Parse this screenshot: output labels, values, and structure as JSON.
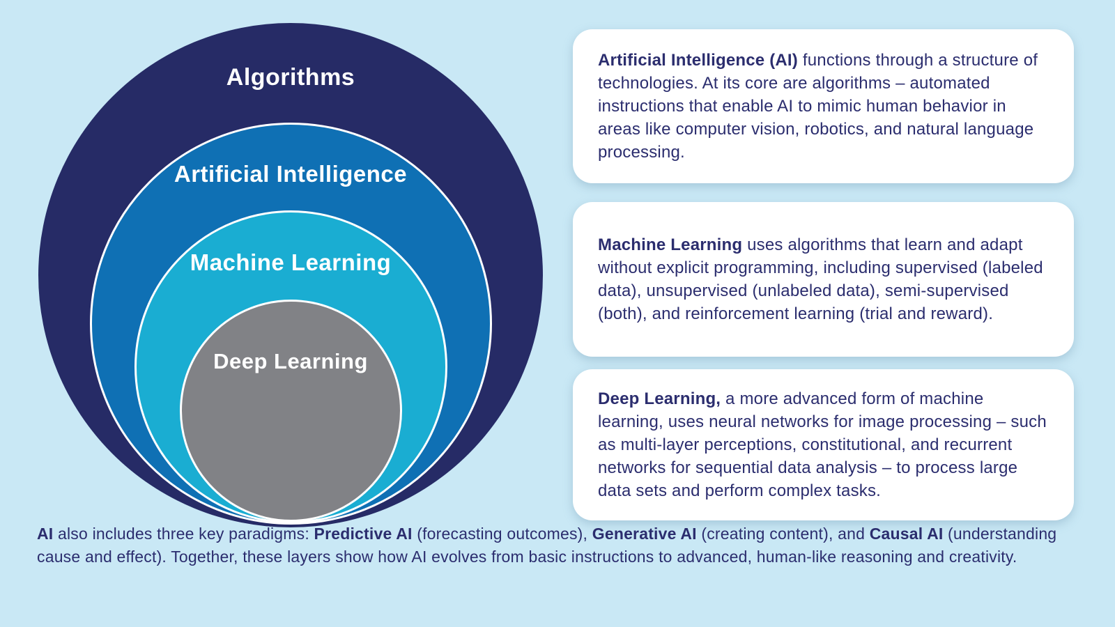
{
  "colors": {
    "background": "#c9e8f5",
    "card_background": "#ffffff",
    "text": "#2b2d6e",
    "ring_label": "#ffffff"
  },
  "diagram": {
    "rings": [
      {
        "label": "Algorithms",
        "color": "#262b66"
      },
      {
        "label": "Artificial Intelligence",
        "color": "#0f70b4"
      },
      {
        "label": "Machine Learning",
        "color": "#1aadd2"
      },
      {
        "label": "Deep Learning",
        "color": "#818286"
      }
    ]
  },
  "cards": [
    {
      "lead": "Artificial Intelligence (AI)",
      "body": " functions through a structure of technologies. At its core are algorithms – automated instructions that enable AI to mimic human behavior in areas like computer vision, robotics, and natural language processing."
    },
    {
      "lead": "Machine Learning",
      "body": " uses algorithms that learn and adapt without explicit programming, including supervised (labeled data), unsupervised (unlabeled data), semi-supervised (both), and reinforcement learning (trial and reward)."
    },
    {
      "lead": "Deep Learning,",
      "body": " a more advanced form of machine learning, uses neural networks for image processing – such as multi-layer perceptions, constitutional, and recurrent networks for sequential data analysis – to process large data sets and perform complex tasks."
    }
  ],
  "footer": {
    "segments": [
      {
        "text": "AI",
        "bold": true
      },
      {
        "text": " also includes three key paradigms: ",
        "bold": false
      },
      {
        "text": "Predictive AI",
        "bold": true
      },
      {
        "text": " (forecasting outcomes), ",
        "bold": false
      },
      {
        "text": "Generative AI",
        "bold": true
      },
      {
        "text": " (creating content), and ",
        "bold": false
      },
      {
        "text": "Causal AI",
        "bold": true
      },
      {
        "text": " (understanding cause and effect). Together, these layers show how AI evolves from basic instructions to advanced, human-like reasoning and creativity.",
        "bold": false
      }
    ]
  }
}
